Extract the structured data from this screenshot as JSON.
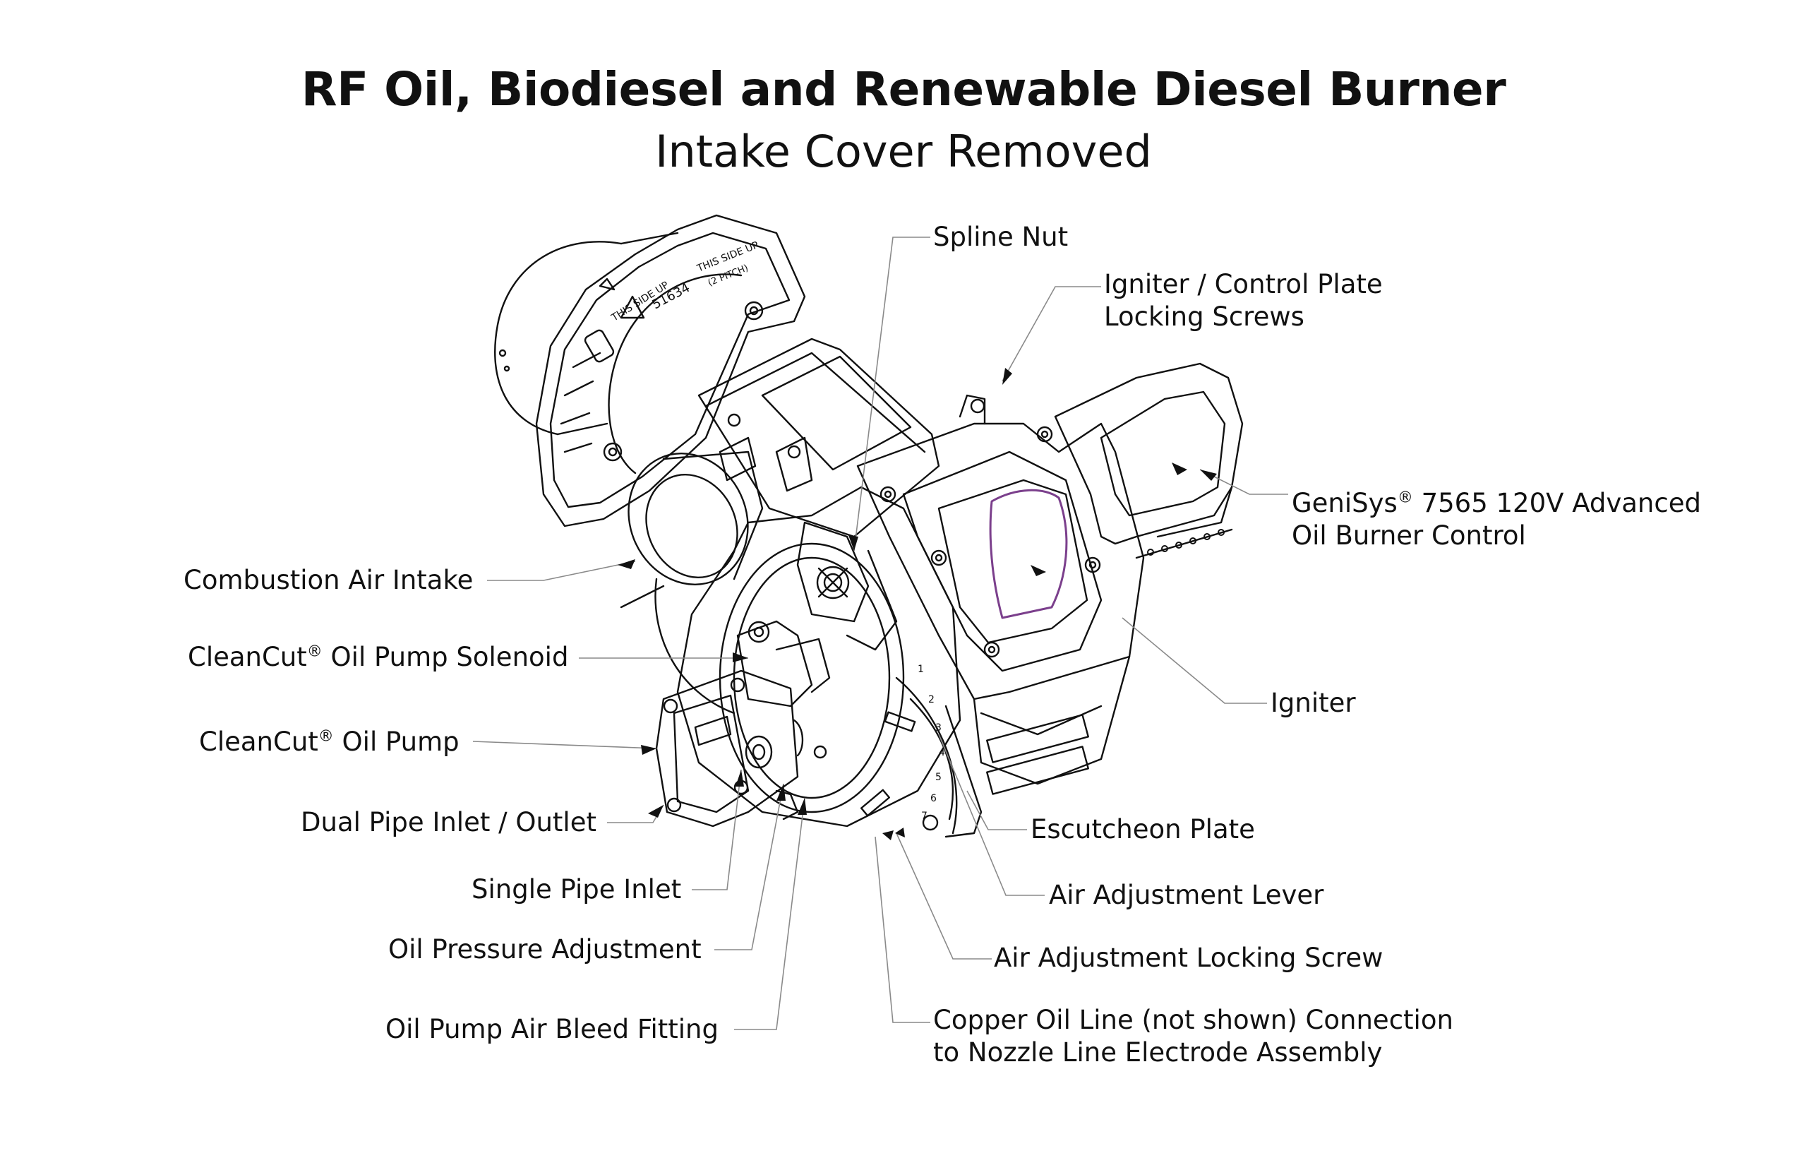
{
  "title": "RF Oil, Biodiesel and Renewable Diesel Burner",
  "subtitle": "Intake Cover Removed",
  "labels": {
    "spline_nut": "Spline Nut",
    "igniter_locking_1": "Igniter / Control Plate",
    "igniter_locking_2": "Locking Screws",
    "genisys_pre": "GeniSys",
    "genisys_mark": "®",
    "genisys_post": " 7565 120V Advanced",
    "genisys_2": "Oil Burner Control",
    "combustion_air_intake": "Combustion Air Intake",
    "solenoid_pre": "CleanCut",
    "solenoid_mark": "®",
    "solenoid_post": " Oil Pump Solenoid",
    "pump_pre": "CleanCut",
    "pump_mark": "®",
    "pump_post": " Oil Pump",
    "dual_pipe": "Dual Pipe Inlet / Outlet",
    "single_pipe": "Single Pipe Inlet",
    "oil_pressure": "Oil Pressure Adjustment",
    "air_bleed": "Oil Pump Air Bleed Fitting",
    "igniter": "Igniter",
    "escutcheon": "Escutcheon Plate",
    "air_lever": "Air Adjustment Lever",
    "air_locking_screw": "Air Adjustment Locking Screw",
    "copper_line_1": "Copper Oil Line (not shown) Connection",
    "copper_line_2": "to Nozzle Line Electrode Assembly"
  },
  "drawing_marks": {
    "flange_text_1": "THIS SIDE UP",
    "flange_text_2": "THIS SIDE UP",
    "flange_part_no": "51634",
    "flange_pitch": "(2 PITCH)",
    "dial_numbers": [
      "1",
      "2",
      "3",
      "4",
      "5",
      "6",
      "7"
    ]
  },
  "colors": {
    "line": "#111111",
    "leader": "#8a8a8a",
    "accent_window": "#7b3f8c",
    "background": "#ffffff"
  }
}
